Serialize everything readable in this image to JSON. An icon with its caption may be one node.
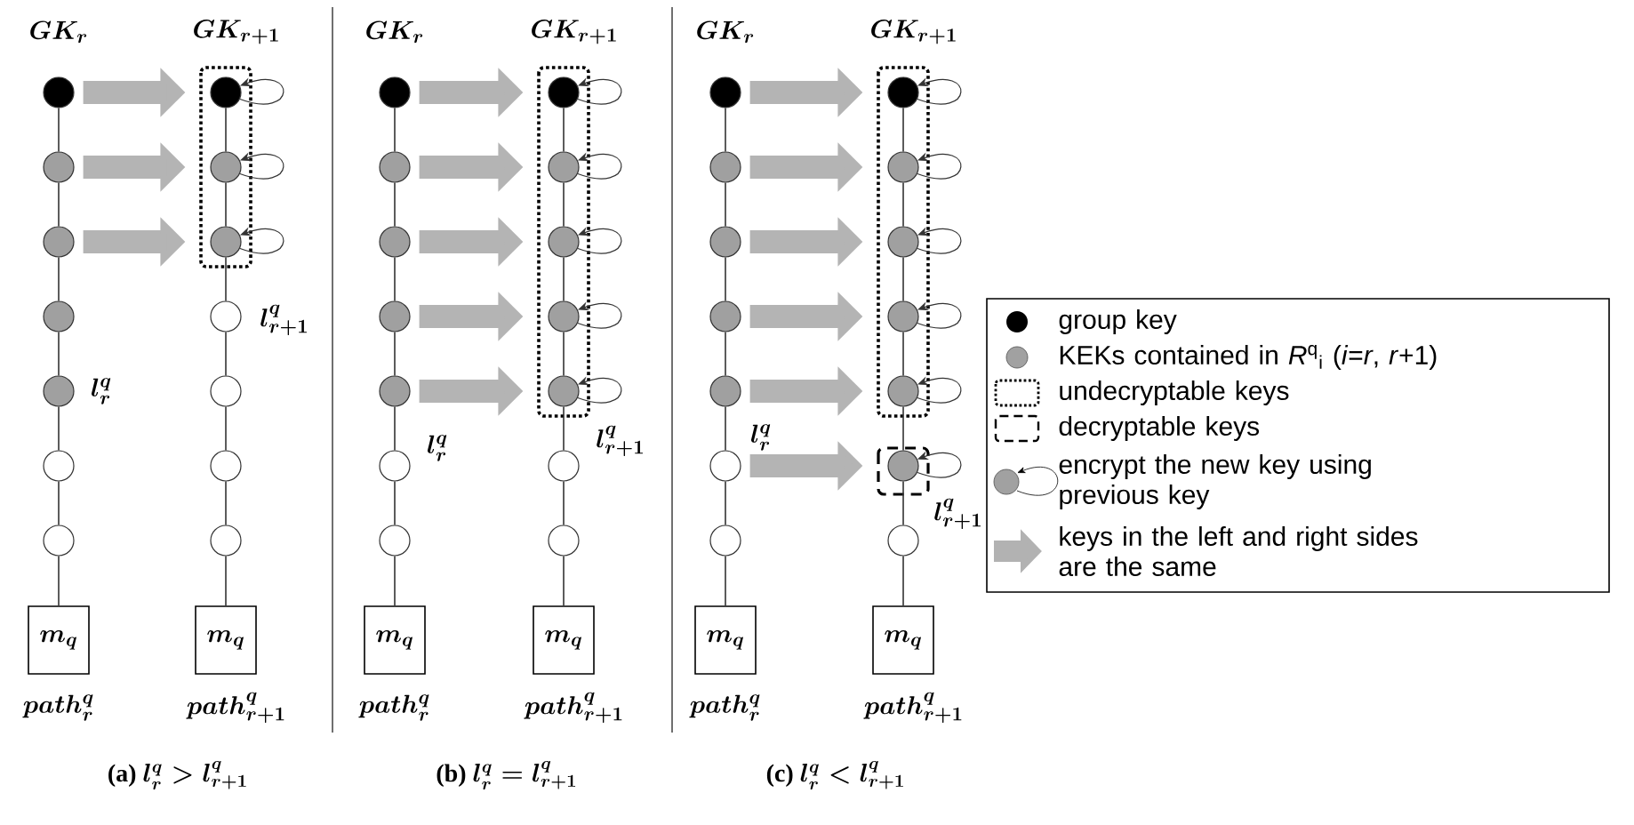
{
  "diagram": {
    "nodes": [
      {
        "text": [],
        "shape": "circle",
        "beside": [
          "GK_{r}"
        ]
      },
      {
        "text": [],
        "shape": "circle"
      },
      {
        "text": [],
        "shape": "circle"
      },
      {
        "text": [],
        "shape": "circle"
      },
      {
        "text": [],
        "shape": "circle",
        "beside": [
          "l^{q}_{r}"
        ]
      },
      {
        "text": [],
        "shape": "circle"
      },
      {
        "text": [],
        "shape": "circle"
      },
      {
        "text": [
          "m_{q}"
        ],
        "beside": [
          "path^{q}_{r}"
        ]
      },
      {
        "text": [],
        "shape": "circle",
        "beside": [
          "GK_{r+1}"
        ]
      },
      {
        "text": [],
        "shape": "circle"
      },
      {
        "text": [],
        "shape": "circle"
      },
      {
        "text": [],
        "shape": "circle",
        "beside": [
          "l^{q}_{r+1}"
        ]
      },
      {
        "text": [],
        "shape": "circle"
      },
      {
        "text": [],
        "shape": "circle"
      },
      {
        "text": [],
        "shape": "circle"
      },
      {
        "text": [
          "m_{q}"
        ],
        "beside": [
          "path^{q}_{r+1}"
        ]
      },
      {
        "text": [],
        "shape": "circle",
        "beside": [
          "GK_{r}"
        ]
      },
      {
        "text": [],
        "shape": "circle"
      },
      {
        "text": [],
        "shape": "circle"
      },
      {
        "text": [],
        "shape": "circle"
      },
      {
        "text": [],
        "shape": "circle"
      },
      {
        "text": [],
        "shape": "circle",
        "beside": [
          "l^{q}_{r}"
        ]
      },
      {
        "text": [],
        "shape": "circle"
      },
      {
        "text": [
          "m_{q}"
        ],
        "beside": [
          "path^{q}_{r}"
        ]
      },
      {
        "text": [],
        "shape": "circle",
        "beside": [
          "GK_{r+1}"
        ]
      },
      {
        "text": [],
        "shape": "circle"
      },
      {
        "text": [],
        "shape": "circle"
      },
      {
        "text": [],
        "shape": "circle"
      },
      {
        "text": [],
        "shape": "circle",
        "beside": [
          "l^{q}_{r+1}"
        ]
      },
      {
        "text": [],
        "shape": "circle"
      },
      {
        "text": [],
        "shape": "circle"
      },
      {
        "text": [
          "m_{q}"
        ],
        "beside": [
          "path^{q}_{r+1}"
        ]
      },
      {
        "text": [],
        "shape": "circle",
        "beside": [
          "GK_{r}"
        ]
      },
      {
        "text": [],
        "shape": "circle"
      },
      {
        "text": [],
        "shape": "circle"
      },
      {
        "text": [],
        "shape": "circle"
      },
      {
        "text": [],
        "shape": "circle",
        "beside": [
          "l^{q}_{r}"
        ]
      },
      {
        "text": [],
        "shape": "circle"
      },
      {
        "text": [],
        "shape": "circle"
      },
      {
        "text": [
          "m_{q}"
        ],
        "beside": [
          "path^{q}_{r}"
        ]
      },
      {
        "text": [],
        "shape": "circle",
        "beside": [
          "GK_{r+1}"
        ]
      },
      {
        "text": [],
        "shape": "circle"
      },
      {
        "text": [],
        "shape": "circle"
      },
      {
        "text": [],
        "shape": "circle"
      },
      {
        "text": [],
        "shape": "circle"
      },
      {
        "text": [],
        "shape": "circle",
        "beside": [
          "l^{q}_{r+1}"
        ]
      },
      {
        "text": [],
        "shape": "circle"
      },
      {
        "text": [
          "m_{q}"
        ],
        "beside": [
          "path^{q}_{r+1}"
        ]
      }
    ],
    "edges": [
      {
        "from": 0,
        "to": 1,
        "arrow": "none"
      },
      {
        "from": 1,
        "to": 2,
        "arrow": "none"
      },
      {
        "from": 2,
        "to": 3,
        "arrow": "none"
      },
      {
        "from": 3,
        "to": 4,
        "arrow": "none"
      },
      {
        "from": 4,
        "to": 5,
        "arrow": "none"
      },
      {
        "from": 5,
        "to": 6,
        "arrow": "none"
      },
      {
        "from": 6,
        "to": 7,
        "arrow": "none"
      },
      {
        "from": 8,
        "to": 9,
        "arrow": "none"
      },
      {
        "from": 9,
        "to": 10,
        "arrow": "none"
      },
      {
        "from": 10,
        "to": 11,
        "arrow": "none"
      },
      {
        "from": 11,
        "to": 12,
        "arrow": "none"
      },
      {
        "from": 12,
        "to": 13,
        "arrow": "none"
      },
      {
        "from": 13,
        "to": 14,
        "arrow": "none"
      },
      {
        "from": 14,
        "to": 15,
        "arrow": "none"
      },
      {
        "from": 16,
        "to": 17,
        "arrow": "none"
      },
      {
        "from": 17,
        "to": 18,
        "arrow": "none"
      },
      {
        "from": 18,
        "to": 19,
        "arrow": "none"
      },
      {
        "from": 19,
        "to": 20,
        "arrow": "none"
      },
      {
        "from": 20,
        "to": 21,
        "arrow": "none"
      },
      {
        "from": 21,
        "to": 22,
        "arrow": "none"
      },
      {
        "from": 22,
        "to": 23,
        "arrow": "none"
      },
      {
        "from": 24,
        "to": 25,
        "arrow": "none"
      },
      {
        "from": 25,
        "to": 26,
        "arrow": "none"
      },
      {
        "from": 26,
        "to": 27,
        "arrow": "none"
      },
      {
        "from": 27,
        "to": 28,
        "arrow": "none"
      },
      {
        "from": 28,
        "to": 29,
        "arrow": "none"
      },
      {
        "from": 29,
        "to": 30,
        "arrow": "none"
      },
      {
        "from": 30,
        "to": 31,
        "arrow": "none"
      },
      {
        "from": 32,
        "to": 33,
        "arrow": "none"
      },
      {
        "from": 33,
        "to": 34,
        "arrow": "none"
      },
      {
        "from": 34,
        "to": 35,
        "arrow": "none"
      },
      {
        "from": 35,
        "to": 36,
        "arrow": "none"
      },
      {
        "from": 36,
        "to": 37,
        "arrow": "none"
      },
      {
        "from": 37,
        "to": 38,
        "arrow": "none"
      },
      {
        "from": 38,
        "to": 39,
        "arrow": "none"
      },
      {
        "from": 40,
        "to": 41,
        "arrow": "none"
      },
      {
        "from": 41,
        "to": 42,
        "arrow": "none"
      },
      {
        "from": 42,
        "to": 43,
        "arrow": "none"
      },
      {
        "from": 43,
        "to": 44,
        "arrow": "none"
      },
      {
        "from": 44,
        "to": 45,
        "arrow": "none"
      },
      {
        "from": 45,
        "to": 46,
        "arrow": "none"
      },
      {
        "from": 46,
        "to": 47,
        "arrow": "none"
      },
      {
        "from": 0,
        "to": 8,
        "arrow": "to",
        "style": "thick",
        "color": "#b4b4b4"
      },
      {
        "from": 1,
        "to": 9,
        "arrow": "to",
        "style": "thick",
        "color": "#b4b4b4"
      },
      {
        "from": 2,
        "to": 10,
        "arrow": "to",
        "style": "thick",
        "color": "#b4b4b4"
      },
      {
        "from": 16,
        "to": 24,
        "arrow": "to",
        "style": "thick",
        "color": "#b4b4b4"
      },
      {
        "from": 17,
        "to": 25,
        "arrow": "to",
        "style": "thick",
        "color": "#b4b4b4"
      },
      {
        "from": 18,
        "to": 26,
        "arrow": "to",
        "style": "thick",
        "color": "#b4b4b4"
      },
      {
        "from": 19,
        "to": 27,
        "arrow": "to",
        "style": "thick",
        "color": "#b4b4b4"
      },
      {
        "from": 20,
        "to": 28,
        "arrow": "to",
        "style": "thick",
        "color": "#b4b4b4"
      },
      {
        "from": 32,
        "to": 40,
        "arrow": "to",
        "style": "thick",
        "color": "#b4b4b4"
      },
      {
        "from": 33,
        "to": 41,
        "arrow": "to",
        "style": "thick",
        "color": "#b4b4b4"
      },
      {
        "from": 34,
        "to": 42,
        "arrow": "to",
        "style": "thick",
        "color": "#b4b4b4"
      },
      {
        "from": 35,
        "to": 43,
        "arrow": "to",
        "style": "thick",
        "color": "#b4b4b4"
      },
      {
        "from": 36,
        "to": 44,
        "arrow": "to",
        "style": "thick",
        "color": "#b4b4b4"
      },
      {
        "from": 37,
        "to": 45,
        "arrow": "to",
        "style": "thick",
        "color": "#b4b4b4"
      },
      {
        "from": 8,
        "to": 8,
        "arrow": "to"
      },
      {
        "from": 9,
        "to": 9,
        "arrow": "to"
      },
      {
        "from": 10,
        "to": 10,
        "arrow": "to"
      },
      {
        "from": 24,
        "to": 24,
        "arrow": "to"
      },
      {
        "from": 25,
        "to": 25,
        "arrow": "to"
      },
      {
        "from": 26,
        "to": 26,
        "arrow": "to"
      },
      {
        "from": 27,
        "to": 27,
        "arrow": "to"
      },
      {
        "from": 28,
        "to": 28,
        "arrow": "to"
      },
      {
        "from": 40,
        "to": 40,
        "arrow": "to"
      },
      {
        "from": 41,
        "to": 41,
        "arrow": "to"
      },
      {
        "from": 42,
        "to": 42,
        "arrow": "to"
      },
      {
        "from": 43,
        "to": 43,
        "arrow": "to"
      },
      {
        "from": 44,
        "to": 44,
        "arrow": "to"
      },
      {
        "from": 45,
        "to": 45,
        "arrow": "to"
      }
    ],
    "labels": [
      "(a)",
      "l^{q}_{r} > l^{q}_{r+1}",
      "(b)",
      "l^{q}_{r} = l^{q}_{r+1}",
      "(c)",
      "l^{q}_{r} < l^{q}_{r+1}"
    ],
    "legend": [
      {
        "text": "group key"
      },
      {
        "text": "KEKs contained in *R*$^{q}$$_{i}$ (*i*=*r*, *r*+1)"
      },
      {
        "text": "undecryptable keys"
      },
      {
        "text": "decryptable keys"
      },
      {
        "text": "encrypt the new key using previous key"
      },
      {
        "text": "keys in the left and right sides are the same"
      }
    ]
  }
}
